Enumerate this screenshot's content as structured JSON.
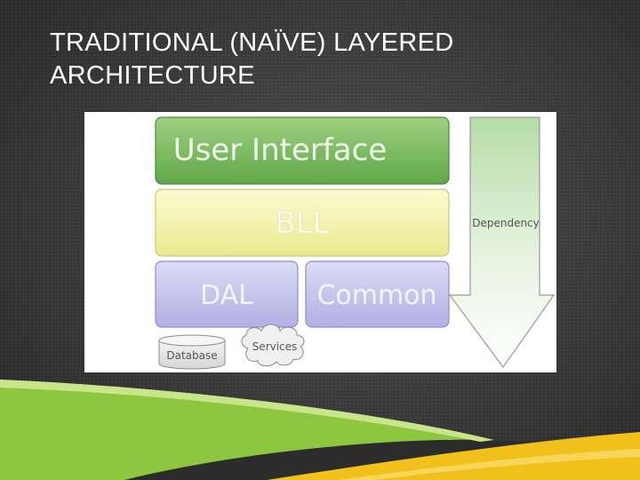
{
  "slide": {
    "title_line1": "TRADITIONAL (NAÏVE) LAYERED",
    "title_line2": "ARCHITECTURE"
  },
  "diagram": {
    "layers": {
      "ui": "User Interface",
      "bll": "BLL",
      "dal": "DAL",
      "common": "Common"
    },
    "arrow_label": "Dependency",
    "database_label": "Database",
    "services_label": "Services",
    "colors": {
      "ui": "#6ab04c",
      "bll": "#f2f2a0",
      "dal": "#c2c2ec",
      "arrow": "#c9e6bf",
      "accent_green": "#8dc63f",
      "accent_yellow": "#f2c01a"
    }
  }
}
